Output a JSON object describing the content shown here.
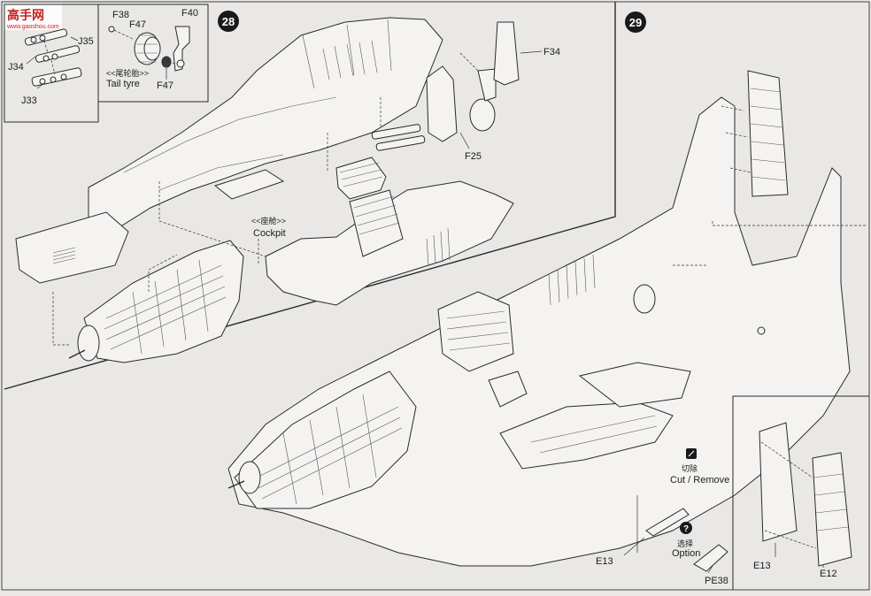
{
  "watermark": {
    "cn": "高手网",
    "url": "www.gaoshou.com"
  },
  "steps": [
    {
      "number": "28",
      "color": "#1a1a1a"
    },
    {
      "number": "29",
      "color": "#1a1a1a"
    }
  ],
  "inset_top_left": {
    "parts": [
      "J35",
      "J34",
      "J33"
    ]
  },
  "inset_tail_tyre": {
    "parts": [
      "F38",
      "F47",
      "F40",
      "F47"
    ],
    "caption_cn": "<<尾轮胎>>",
    "caption_en": "Tail tyre"
  },
  "step28": {
    "parts": [
      "F34",
      "F25"
    ],
    "cockpit_cn": "<<座舱>>",
    "cockpit_en": "Cockpit"
  },
  "inset_bottom_right": {
    "cut_cn": "切除",
    "cut_en": "Cut / Remove",
    "option_symbol": "?",
    "option_cn": "选择",
    "option_en": "Option",
    "parts": [
      "E13",
      "PE38",
      "E13",
      "E12"
    ]
  }
}
